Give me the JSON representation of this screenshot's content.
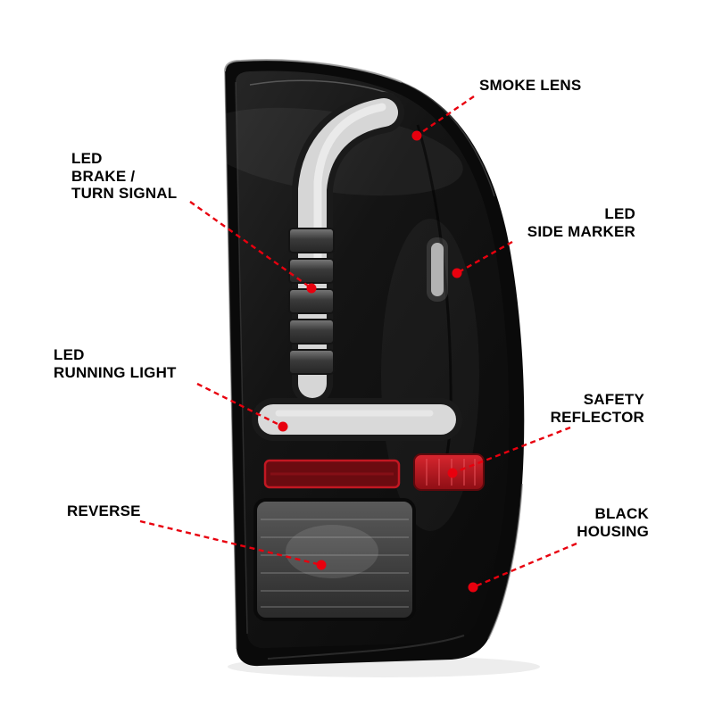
{
  "meta": {
    "background_color": "#ffffff",
    "accent_red": "#e8000e"
  },
  "product": {
    "description": "smoked LED tail light with light bar",
    "housing_color": "#0a0a0a",
    "led_tube_color": "#d6d6d6",
    "reflector_color": "#c01420",
    "reverse_lens_color": "#3c3c3c"
  },
  "callouts": [
    {
      "id": "smoke-lens",
      "label": "SMOKE LENS"
    },
    {
      "id": "led-brake-turn-signal",
      "label": "LED\nBRAKE /\nTURN SIGNAL"
    },
    {
      "id": "led-side-marker",
      "label": "LED\nSIDE MARKER"
    },
    {
      "id": "led-running-light",
      "label": "LED\nRUNNING LIGHT"
    },
    {
      "id": "safety-reflector",
      "label": "SAFETY\nREFLECTOR"
    },
    {
      "id": "reverse",
      "label": "REVERSE"
    },
    {
      "id": "black-housing",
      "label": "BLACK\nHOUSING"
    }
  ]
}
